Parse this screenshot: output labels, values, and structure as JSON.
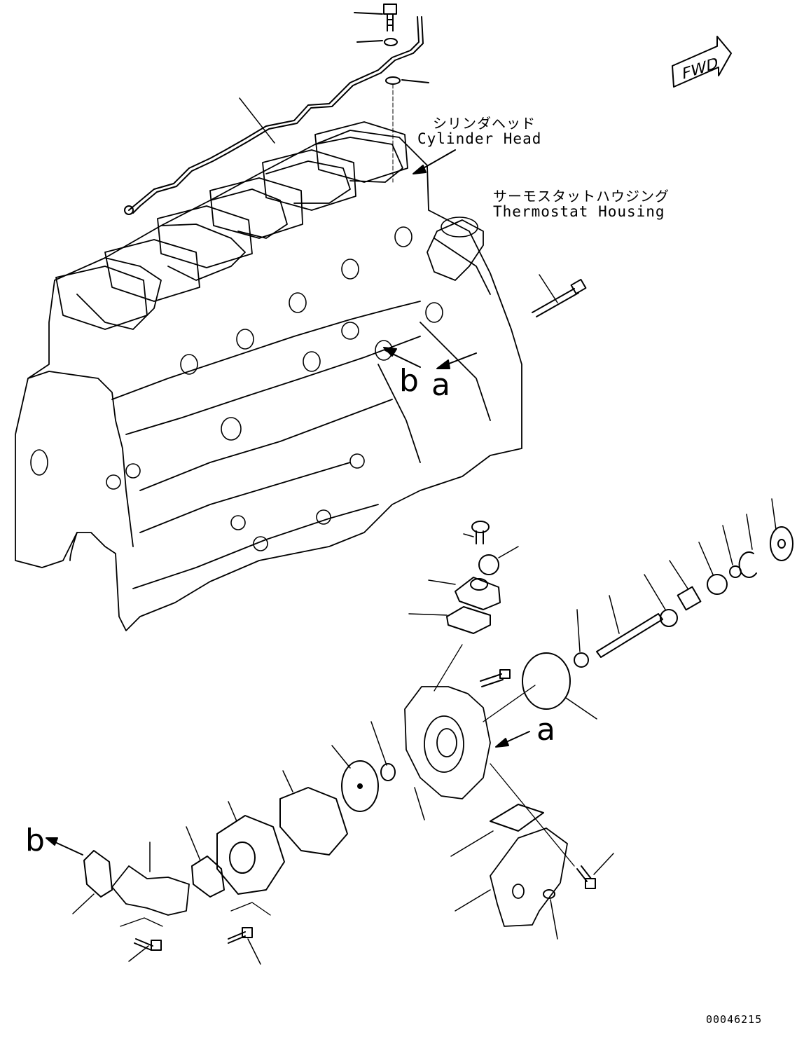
{
  "direction_indicator": {
    "text": "FWD"
  },
  "callouts": {
    "cylinder_head_jp": "シリンダヘッド",
    "cylinder_head_en": "Cylinder Head",
    "thermostat_housing_jp": "サーモスタットハウジング",
    "thermostat_housing_en": "Thermostat Housing"
  },
  "view_refs": {
    "b_top": "b",
    "a_top": "a",
    "a_right": "a",
    "b_left": "b"
  },
  "figure_number": "00046215"
}
